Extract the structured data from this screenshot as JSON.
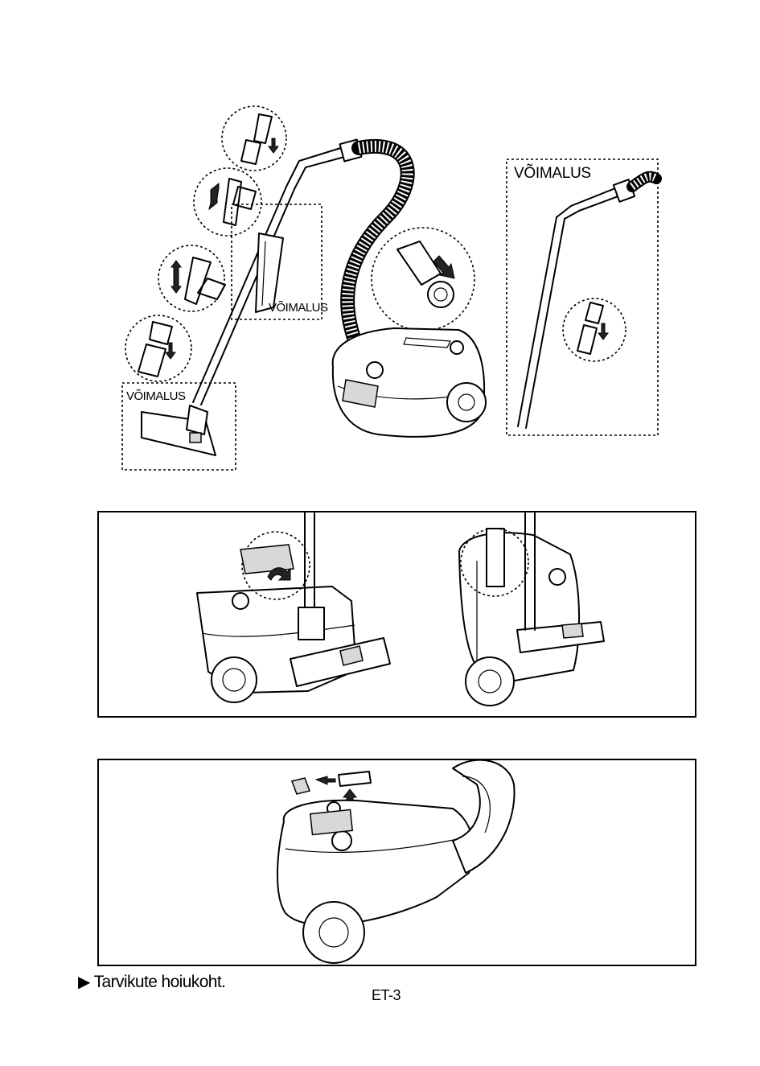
{
  "figure_top": {
    "label_option_1": "VÕIMALUS",
    "label_option_2": "VÕIMALUS",
    "label_option_3": "VÕIMALUS"
  },
  "caption": {
    "marker": "▶",
    "text": "Tarvikute hoiukoht."
  },
  "footer": {
    "page_number": "ET-3"
  }
}
